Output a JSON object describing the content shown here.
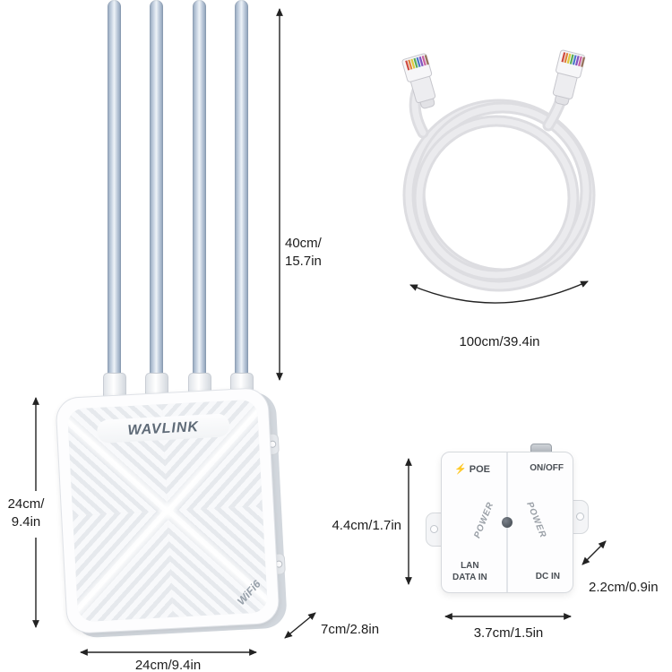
{
  "figure": {
    "router": {
      "brand": "WAVLINK",
      "wifi_badge": "WiFi6"
    },
    "adapter": {
      "poe_label": "⚡ POE",
      "onoff_label": "ON/OFF",
      "power_label_left": "POWER",
      "power_label_right": "POWER",
      "lan_label_line1": "LAN",
      "lan_label_line2": "DATA IN",
      "dc_label": "DC IN"
    },
    "dimensions": {
      "antenna_height_line1": "40cm/",
      "antenna_height_line2": "15.7in",
      "cable_length": "100cm/39.4in",
      "router_height_line1": "24cm/",
      "router_height_line2": "9.4in",
      "router_width": "24cm/9.4in",
      "router_depth": "7cm/2.8in",
      "adapter_height": "4.4cm/1.7in",
      "adapter_width": "3.7cm/1.5in",
      "adapter_depth": "2.2cm/0.9in"
    },
    "colors": {
      "antenna": "#b9c6d6",
      "cable": "#dddde1",
      "arrow": "#222222",
      "text": "#1c1c1c"
    }
  }
}
